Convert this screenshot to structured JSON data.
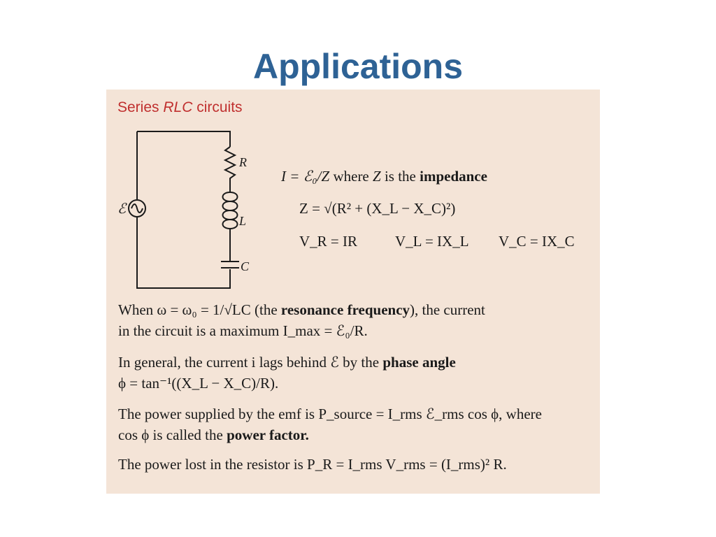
{
  "slide": {
    "title": "Applications"
  },
  "panel": {
    "heading_prefix": "Series ",
    "heading_italic": "RLC",
    "heading_suffix": " circuits"
  },
  "circuit": {
    "labels": {
      "emf": "ℰ",
      "resistor": "R",
      "inductor": "L",
      "capacitor": "C"
    }
  },
  "equations": {
    "current_formula": "I = ℰ₀/Z",
    "current_text": " where ",
    "current_var": "Z",
    "current_is": " is the ",
    "current_bold": "impedance",
    "impedance": "Z = √(R² + (X_L − X_C)²)",
    "v_r": "V_R = IR",
    "v_l": "V_L = IX_L",
    "v_c": "V_C = IX_C"
  },
  "paragraphs": {
    "p1_line1_a": "When ω = ω₀ = 1/√LC (the ",
    "p1_line1_bold": "resonance frequency",
    "p1_line1_b": "), the current",
    "p1_line2": "in the circuit is a maximum I_max = ℰ₀/R.",
    "p2_line1_a": "In general, the current i lags behind ℰ by the ",
    "p2_line1_bold": "phase angle",
    "p2_line2": "ϕ = tan⁻¹((X_L − X_C)/R).",
    "p3_line1": "The power supplied by the emf is P_source = I_rms ℰ_rms cos ϕ, where",
    "p3_line2_a": "cos ϕ is called the ",
    "p3_line2_bold": "power factor.",
    "p4_line1": "The power lost in the resistor is P_R = I_rms V_rms = (I_rms)² R."
  }
}
